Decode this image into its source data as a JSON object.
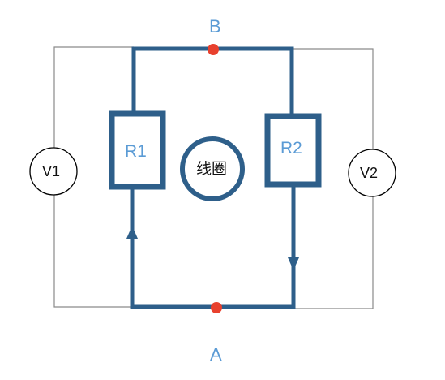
{
  "nodes": {
    "top_label": "B",
    "bottom_label": "A"
  },
  "resistors": {
    "left_label": "R1",
    "right_label": "R2"
  },
  "coil": {
    "label": "线圈"
  },
  "meters": {
    "left_label": "V1",
    "right_label": "V2"
  },
  "colors": {
    "main_wire": "#2e5f8a",
    "thin_wire": "#7f7f7f",
    "node_dot": "#e8412e",
    "label_blue": "#5b9bd5",
    "meter_outline": "#000000"
  },
  "icons": [
    "arrow-up-icon",
    "arrow-down-icon",
    "node-dot-icon"
  ]
}
